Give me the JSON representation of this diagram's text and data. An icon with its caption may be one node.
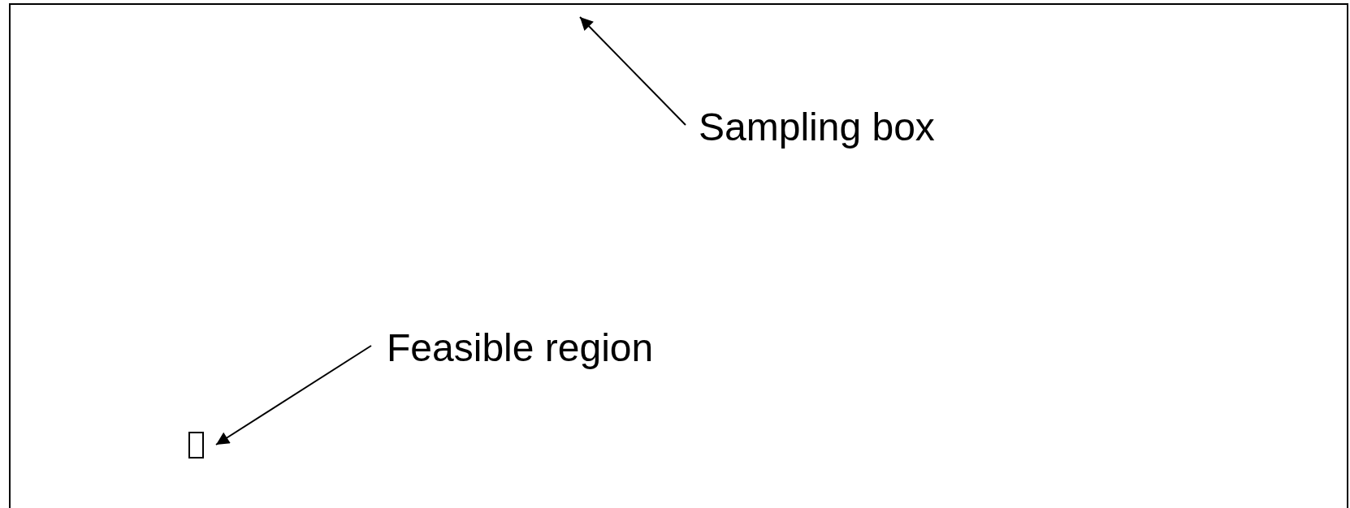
{
  "diagram": {
    "nodes": [
      {
        "text": [],
        "shape": "box"
      },
      {
        "text": [
          "Sampling box"
        ],
        "in": 0
      },
      {
        "text": [
          "Feasible region"
        ],
        "in": 0
      },
      {
        "text": [],
        "shape": "box",
        "in": 0
      }
    ],
    "edges": [
      {
        "from": 1,
        "to": 0,
        "arrow": "to"
      },
      {
        "from": 2,
        "to": 3,
        "arrow": "to"
      }
    ]
  }
}
